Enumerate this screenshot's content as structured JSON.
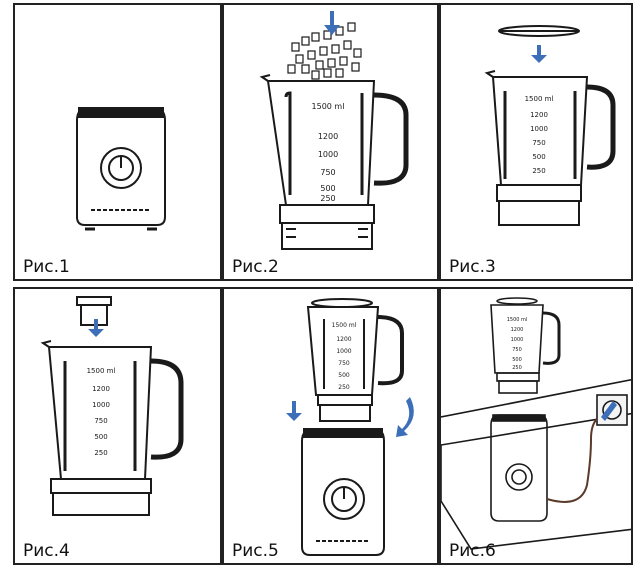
{
  "figures": [
    {
      "caption": "Рис.1"
    },
    {
      "caption": "Рис.2"
    },
    {
      "caption": "Рис.3"
    },
    {
      "caption": "Рис.4"
    },
    {
      "caption": "Рис.5"
    },
    {
      "caption": "Рис.6"
    }
  ],
  "jug": {
    "marks": [
      "1500 ml",
      "1200",
      "1000",
      "750",
      "500",
      "250"
    ]
  },
  "colors": {
    "line": "#1a1a1a",
    "arrow": "#3d6fb8",
    "wall": "#f4f4f4"
  }
}
